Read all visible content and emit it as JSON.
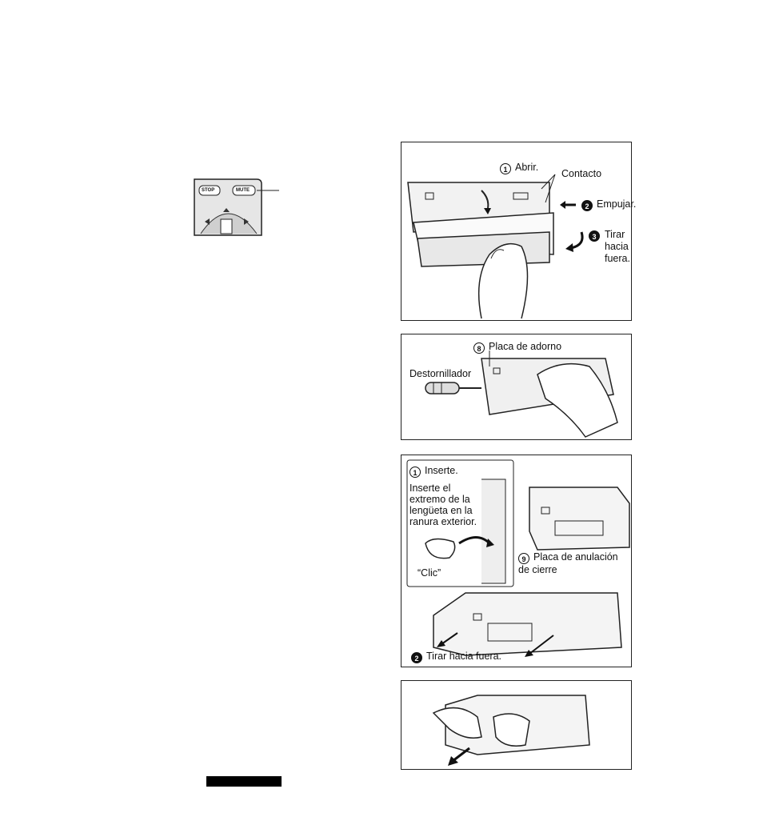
{
  "icon_left": {
    "btn_a": "STOP",
    "btn_b": "MUTE"
  },
  "panel1": {
    "step1": {
      "num": "1",
      "text": "Abrir."
    },
    "contact": "Contacto",
    "step2": {
      "num": "2",
      "text": "Empujar."
    },
    "step3": {
      "num": "3",
      "lines": [
        "Tirar",
        "hacia",
        "fuera."
      ]
    }
  },
  "panel2": {
    "trim": {
      "num": "8",
      "text": "Placa de adorno"
    },
    "screwdriver": "Destornillador"
  },
  "panel3": {
    "step1": {
      "num": "1",
      "text": "Inserte."
    },
    "instruction": "Inserte el extremo de la lengüeta en la ranura exterior.",
    "click": "“Clic”",
    "lock": {
      "num": "9",
      "text": "Placa de anulación de cierre"
    },
    "step2": {
      "num": "2",
      "text": "Tirar hacia fuera."
    }
  },
  "colors": {
    "ink": "#111111",
    "paper": "#ffffff",
    "bar": "#000000"
  }
}
